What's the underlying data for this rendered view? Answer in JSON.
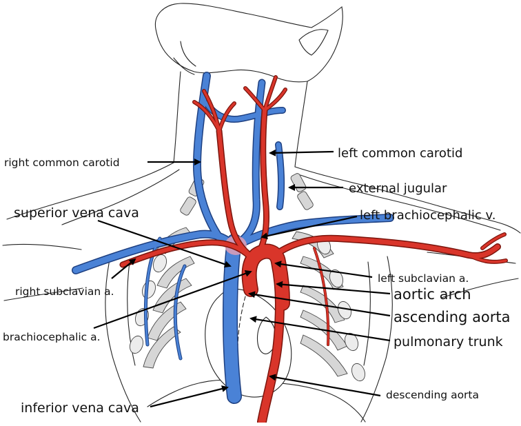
{
  "colors": {
    "vein": "#4a82d6",
    "vein_edge": "#1d3f80",
    "artery": "#d9352a",
    "artery_edge": "#7a140c",
    "outline": "#222222",
    "rib": "#d6d6d6"
  },
  "labels": {
    "right_common_carotid": "right common carotid",
    "left_common_carotid": "left common carotid",
    "external_jugular": "external jugular",
    "superior_vena_cava": "superior vena cava",
    "left_brachiocephalic_v": "left brachiocephalic v.",
    "right_subclavian_a": "right subclavian a.",
    "left_subclavian_a": "left subclavian a.",
    "aortic_arch": "aortic arch",
    "ascending_aorta": "ascending aorta",
    "brachiocephalic_a": "brachiocephalic a.",
    "pulmonary_trunk": "pulmonary trunk",
    "inferior_vena_cava": "inferior vena cava",
    "descending_aorta": "descending aorta"
  }
}
